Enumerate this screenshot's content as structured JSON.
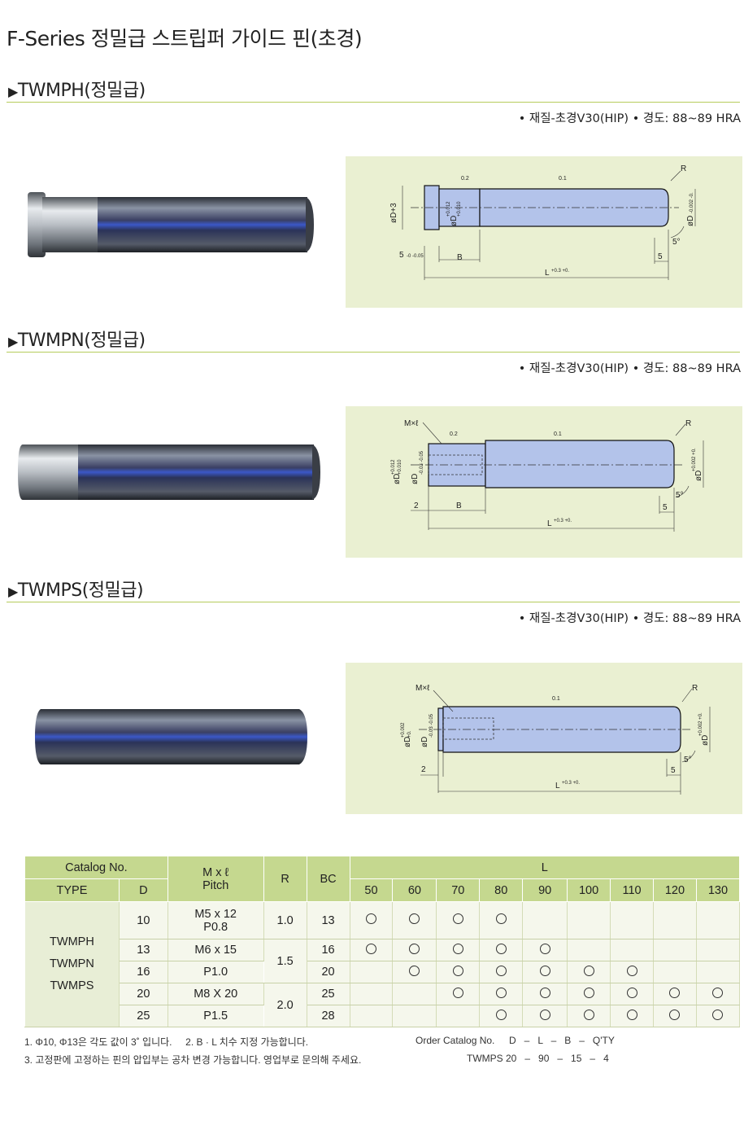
{
  "page_title": "F-Series 정밀급 스트립퍼 가이드 핀(초경)",
  "sections": [
    {
      "title": "TWMPH(정밀급)",
      "material": "• 재질-초경V30(HIP)   • 경도: 88~89 HRA"
    },
    {
      "title": "TWMPN(정밀급)",
      "material": "• 재질-초경V30(HIP)   • 경도: 88~89 HRA"
    },
    {
      "title": "TWMPS(정밀급)",
      "material": "• 재질-초경V30(HIP)   • 경도: 88~89 HRA"
    }
  ],
  "diagram_labels": {
    "d1": {
      "od3": "øD+3",
      "dtol": "øD",
      "dtol_up": "+0.012",
      "dtol_lo": "+0.010",
      "d_right": "øD",
      "d_right_tol": "-0.002 -0.",
      "five_left": "5",
      "five_left_tol": "-0 -0.05",
      "b": "B",
      "five_right": "5",
      "angle": "5°",
      "l": "L",
      "l_tol": "+0.3 +0.",
      "r": "R",
      "rough1": "0.2",
      "rough2": "0.1"
    },
    "d2": {
      "m": "M×ℓ",
      "dtol": "øD",
      "dtol_up": "+0.012",
      "dtol_lo": "+0.010",
      "d_inner": "øD",
      "d_inner_tol": "-0.03 -0.05",
      "d_right": "øD",
      "d_right_tol": "+0.002 +0.",
      "two": "2",
      "b": "B",
      "five_right": "5",
      "angle": "5°",
      "l": "L",
      "l_tol": "+0.3 +0.",
      "r": "R",
      "rough1": "0.2",
      "rough2": "0.1"
    },
    "d3": {
      "m": "M×ℓ",
      "dtol": "øD",
      "dtol_up": "+0.002",
      "dtol_lo": "+0.",
      "d_inner": "øD",
      "d_inner_tol": "-0.03 -0.05",
      "d_right": "øD",
      "d_right_tol": "+0.002 +0.",
      "two": "2",
      "five_right": "5",
      "angle": "5°",
      "l": "L",
      "l_tol": "+0.3 +0.",
      "r": "R",
      "rough2": "0.1"
    }
  },
  "table": {
    "header": {
      "catalog_no": "Catalog No.",
      "type": "TYPE",
      "d": "D",
      "mxl": "M x ℓ",
      "pitch": "Pitch",
      "r": "R",
      "bc": "BC",
      "l": "L",
      "l_values": [
        "50",
        "60",
        "70",
        "80",
        "90",
        "100",
        "110",
        "120",
        "130"
      ]
    },
    "types": [
      "TWMPH",
      "TWMPN",
      "TWMPS"
    ],
    "rows": [
      {
        "d": "10",
        "bc": "13",
        "avail": [
          1,
          1,
          1,
          1,
          0,
          0,
          0,
          0,
          0
        ]
      },
      {
        "d": "13",
        "bc": "16",
        "avail": [
          1,
          1,
          1,
          1,
          1,
          0,
          0,
          0,
          0
        ]
      },
      {
        "d": "16",
        "bc": "20",
        "avail": [
          0,
          1,
          1,
          1,
          1,
          1,
          1,
          0,
          0
        ]
      },
      {
        "d": "20",
        "bc": "25",
        "avail": [
          0,
          0,
          1,
          1,
          1,
          1,
          1,
          1,
          1
        ]
      },
      {
        "d": "25",
        "bc": "28",
        "avail": [
          0,
          0,
          0,
          1,
          1,
          1,
          1,
          1,
          1
        ]
      }
    ],
    "mxl_groups": [
      {
        "m": "M5 x 12",
        "p": "P0.8"
      },
      {
        "m": "M6 x 15",
        "p": "P1.0"
      },
      {
        "m": "M8 X 20",
        "p": "P1.5"
      }
    ],
    "r_groups": [
      "1.0",
      "1.5",
      "2.0"
    ]
  },
  "notes": {
    "note1": "1. Φ10, Φ13은 각도 값이 3˚ 입니다.     2. B · L 치수 지정 가능합니다.",
    "note3": "3. 고정판에 고정하는 핀의 압입부는 공차 변경 가능합니다. 영업부로 문의해 주세요.",
    "order_label": "Order Catalog No.",
    "order_row1": "D   –   L   –   B   –   Q'TY",
    "order_row2": "TWMPS 20   –   90   –   15   –   4"
  },
  "colors": {
    "accent_line": "#b6cc5c",
    "table_header": "#c5d88f",
    "diagram_bg": "#eaf0d2",
    "pin_fill": "#b3c3ea"
  }
}
